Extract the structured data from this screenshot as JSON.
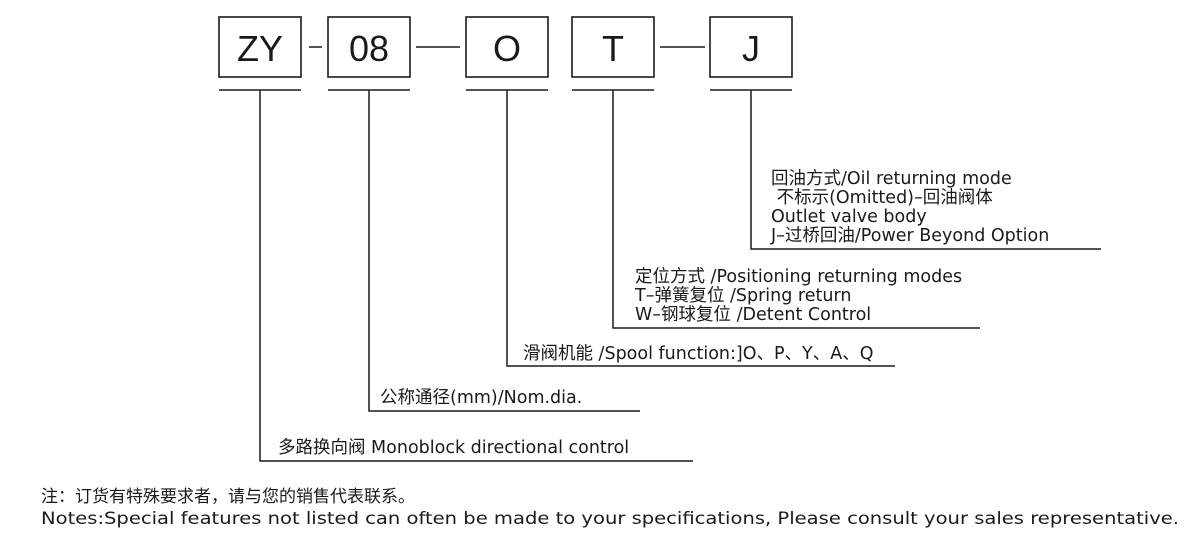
{
  "code": {
    "segments": [
      {
        "text": "ZY"
      },
      {
        "text": "08"
      },
      {
        "text": "O"
      },
      {
        "text": "T"
      },
      {
        "text": "J"
      }
    ]
  },
  "descriptions": {
    "j": [
      "回油方式/Oil returning mode",
      " 不标示(Omitted)–回油阀体",
      "Outlet valve body",
      "J–过桥回油/Power Beyond Option"
    ],
    "t": [
      "定位方式 /Positioning returning modes",
      "T–弹簧复位 /Spring return",
      "W–钢球复位 /Detent Control"
    ],
    "o": [
      "滑阀机能 /Spool function:]O、P、Y、A、Q"
    ],
    "size": [
      "公称通径(mm)/Nom.dia."
    ],
    "zy": [
      "多路换向阀 Monoblock directional control"
    ]
  },
  "notes": [
    "注：订货有特殊要求者，请与您的销售代表联系。",
    "Notes:Special features not listed can often be made to your specifications, Please consult your sales representative."
  ]
}
